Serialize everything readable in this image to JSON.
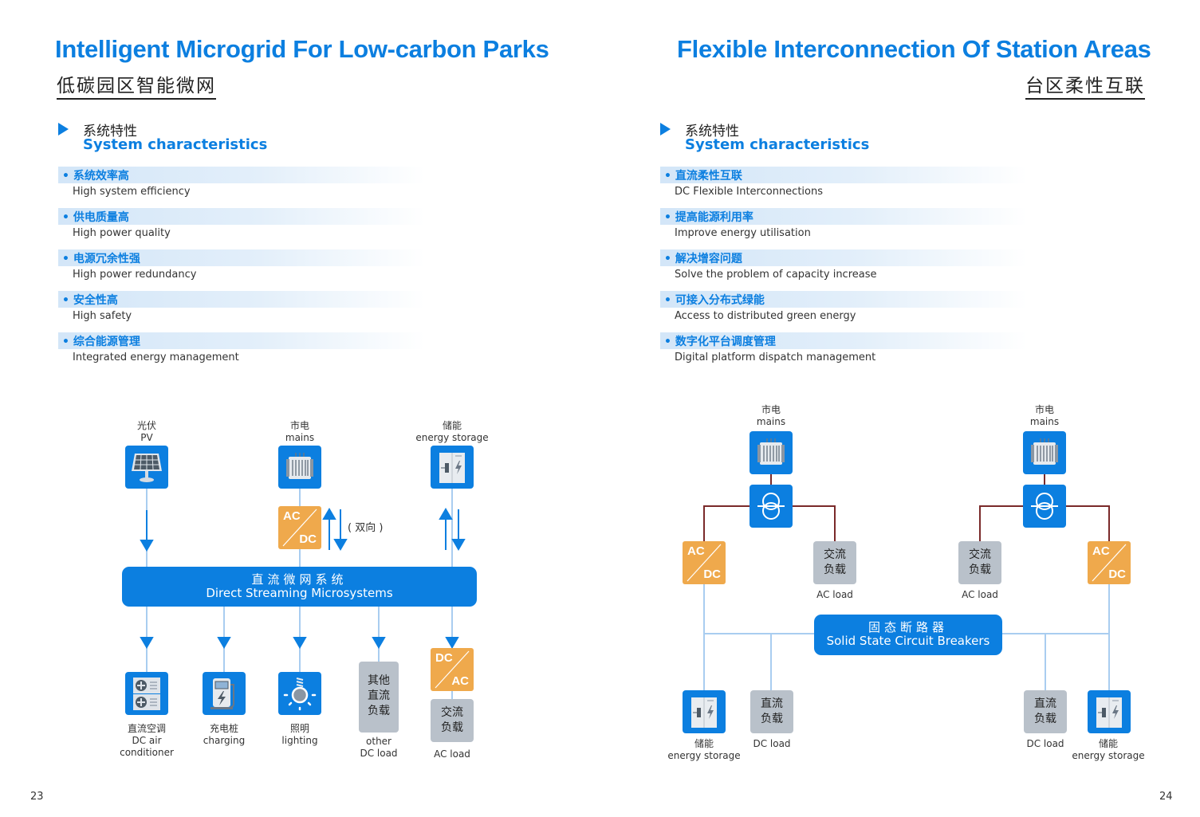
{
  "left_page": {
    "title_en": "Intelligent Microgrid For Low-carbon Parks",
    "title_cn": "低碳园区智能微网",
    "section": {
      "cn": "系统特性",
      "en": "System characteristics"
    },
    "features": [
      {
        "cn": "• 系统效率高",
        "en": "High system efficiency"
      },
      {
        "cn": "• 供电质量高",
        "en": "High power quality"
      },
      {
        "cn": "• 电源冗余性强",
        "en": "High power redundancy"
      },
      {
        "cn": "• 安全性高",
        "en": "High safety"
      },
      {
        "cn": "• 综合能源管理",
        "en": "Integrated energy management"
      }
    ],
    "diagram": {
      "sources": [
        {
          "cn": "光伏",
          "en": "PV",
          "icon": "solar-panel-icon"
        },
        {
          "cn": "市电",
          "en": "mains",
          "icon": "transformer-icon"
        },
        {
          "cn": "储能",
          "en": "energy storage",
          "icon": "battery-cabinet-icon"
        }
      ],
      "converter_in": {
        "top": "AC",
        "bottom": "DC"
      },
      "bidirectional_label": "( 双向 )",
      "bus": {
        "cn": "直流微网系统",
        "en": "Direct Streaming Microsystems"
      },
      "loads": [
        {
          "cn": "直流空调",
          "en": "DC air conditioner",
          "en_lines": [
            "DC air",
            "conditioner"
          ],
          "icon": "air-conditioner-icon"
        },
        {
          "cn": "充电桩",
          "en": "charging",
          "icon": "charging-pile-icon"
        },
        {
          "cn": "照明",
          "en": "lighting",
          "icon": "light-bulb-icon"
        },
        {
          "box_lines": [
            "其他",
            "直流",
            "负载"
          ],
          "en_lines": [
            "other",
            "DC load"
          ]
        },
        {
          "box_lines": [
            "交流",
            "负载"
          ],
          "en": "AC load"
        }
      ],
      "converter_out": {
        "top": "DC",
        "bottom": "AC"
      }
    },
    "page_number": "23"
  },
  "right_page": {
    "title_en": "Flexible Interconnection Of Station Areas",
    "title_cn": "台区柔性互联",
    "section": {
      "cn": "系统特性",
      "en": "System characteristics"
    },
    "features": [
      {
        "cn": "• 直流柔性互联",
        "en": "DC Flexible Interconnections"
      },
      {
        "cn": "• 提高能源利用率",
        "en": "Improve energy utilisation"
      },
      {
        "cn": "• 解决增容问题",
        "en": "Solve the problem of capacity increase"
      },
      {
        "cn": "• 可接入分布式绿能",
        "en": "Access to distributed green energy"
      },
      {
        "cn": "• 数字化平台调度管理",
        "en": "Digital platform dispatch management"
      }
    ],
    "diagram": {
      "mains": [
        {
          "cn": "市电",
          "en": "mains"
        },
        {
          "cn": "市电",
          "en": "mains"
        }
      ],
      "converter": {
        "top": "AC",
        "bottom": "DC"
      },
      "ac_load": {
        "box_lines": [
          "交流",
          "负载"
        ],
        "en": "AC load"
      },
      "dc_load": {
        "box_lines": [
          "直流",
          "负载"
        ],
        "en": "DC load"
      },
      "storage": {
        "cn": "储能",
        "en": "energy storage"
      },
      "breaker": {
        "cn": "固态断路器",
        "en": "Solid State Circuit Breakers"
      }
    },
    "page_number": "24"
  },
  "colors": {
    "brand_blue": "#0c7fe0",
    "converter_orange": "#efa94c",
    "load_grey": "#b9c1ca",
    "ac_line": "#7a2a2a",
    "dc_line": "#a9cdf0"
  }
}
